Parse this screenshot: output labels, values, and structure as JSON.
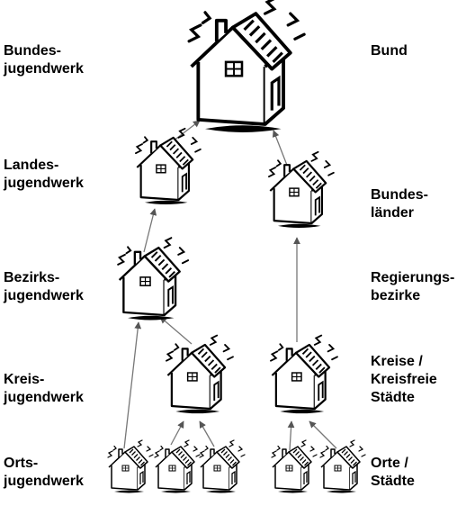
{
  "left_labels": [
    {
      "line1": "Bundes-",
      "line2": "jugendwerk"
    },
    {
      "line1": "Landes-",
      "line2": "jugendwerk"
    },
    {
      "line1": "Bezirks-",
      "line2": "jugendwerk"
    },
    {
      "line1": "Kreis-",
      "line2": "jugendwerk"
    },
    {
      "line1": "Orts-",
      "line2": "jugendwerk"
    }
  ],
  "right_labels": [
    {
      "line1": "Bund"
    },
    {
      "line1": "Bundes-",
      "line2": "länder"
    },
    {
      "line1": "Regierungs-",
      "line2": "bezirke"
    },
    {
      "line1": "Kreise /",
      "line2": "Kreisfreie",
      "line3": "Städte"
    },
    {
      "line1": "Orte /",
      "line2": "Städte"
    }
  ],
  "colors": {
    "ink": "#000000",
    "arrow": "#777777",
    "background": "#ffffff"
  },
  "icon": "hand-drawn-house-icon"
}
